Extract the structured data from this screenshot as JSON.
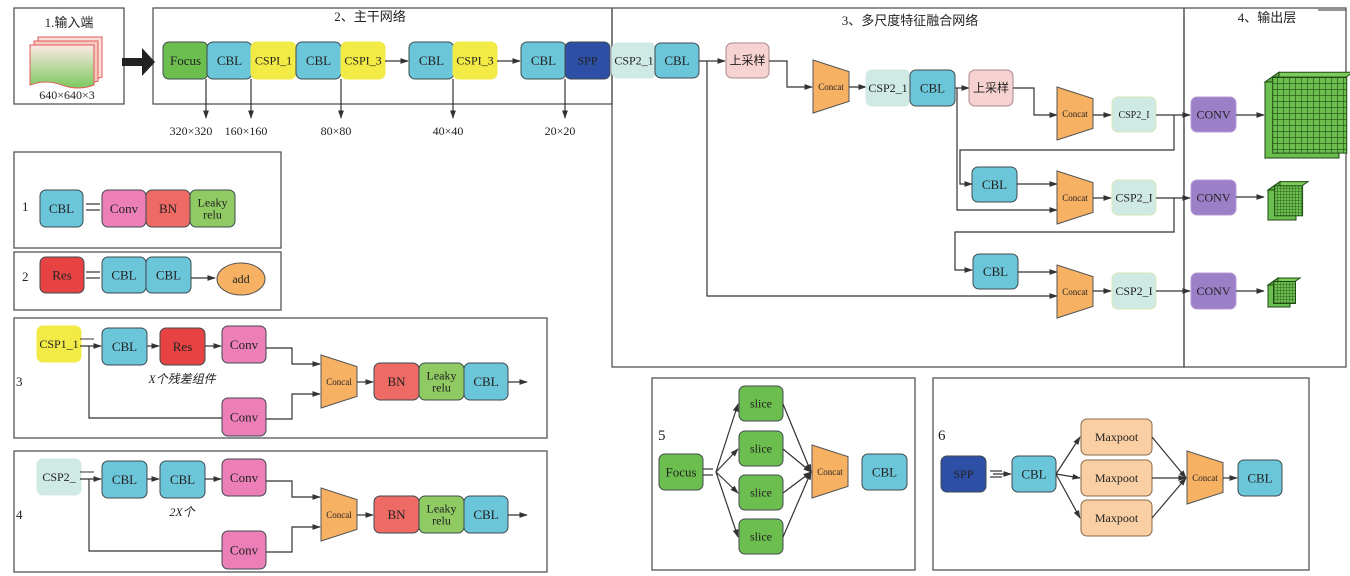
{
  "colors": {
    "focus": "#6cbf4f",
    "cbl": "#6cc6d9",
    "csp1": "#f2ea45",
    "csp2": "#cfe9e4",
    "spp": "#2e4fa6",
    "upsample": "#f6d2d0",
    "concat": "#f7b163",
    "conv_out": "#9b7fc7",
    "conv": "#ec7fb8",
    "bn": "#ee6a64",
    "leaky": "#8fca62",
    "res": "#e84343",
    "add": "#f7b163",
    "slice": "#6cbf4f",
    "maxpool": "#f9cfa3",
    "cube": "#6cbf4f"
  },
  "sections": {
    "input": {
      "title": "1.输入端",
      "size": "640×640×3"
    },
    "backbone": {
      "title": "2、主干网络",
      "blocks": [
        "Focus",
        "CBL",
        "CSPI_1",
        "CBL",
        "CSPI_3",
        "CBL",
        "CSPI_3",
        "CBL",
        "SPP"
      ],
      "outputs": [
        "320×320",
        "160×160",
        "80×80",
        "40×40",
        "20×20"
      ]
    },
    "neck": {
      "title": "3、多尺度特征融合网络",
      "csp": "CSP2_1",
      "csp_alt": "CSP2_I",
      "cbl": "CBL",
      "upsample": "上采样",
      "concat": "Concat"
    },
    "head": {
      "title": "4、输出层",
      "conv": "CONV"
    }
  },
  "legend": {
    "cbl": {
      "num": "1",
      "name": "CBL",
      "parts": [
        "Conv",
        "BN",
        "Leaky relu"
      ]
    },
    "res": {
      "num": "2",
      "name": "Res",
      "parts": [
        "CBL",
        "CBL"
      ],
      "end": "add"
    },
    "csp1": {
      "num": "3",
      "name": "CSP1_1",
      "top": [
        "CBL",
        "Res",
        "Conv"
      ],
      "bottom": "Conv",
      "note": "X个残差组件",
      "concat": "Concal",
      "tail": [
        "BN",
        "Leaky relu",
        "CBL"
      ]
    },
    "csp2": {
      "num": "4",
      "name": "CSP2_",
      "top": [
        "CBL",
        "CBL",
        "Conv"
      ],
      "bottom": "Conv",
      "note": "2X个",
      "concat": "Concal",
      "tail": [
        "BN",
        "Leaky relu",
        "CBL"
      ]
    },
    "focus": {
      "num": "5",
      "name": "Focus",
      "slices": [
        "slice",
        "slice",
        "slice",
        "slice"
      ],
      "concat": "Concat",
      "end": "CBL"
    },
    "spp": {
      "num": "6",
      "name": "SPP",
      "first": "CBL",
      "pools": [
        "Maxpoot",
        "Maxpoot",
        "Maxpoot"
      ],
      "concat": "Concat",
      "end": "CBL"
    }
  }
}
